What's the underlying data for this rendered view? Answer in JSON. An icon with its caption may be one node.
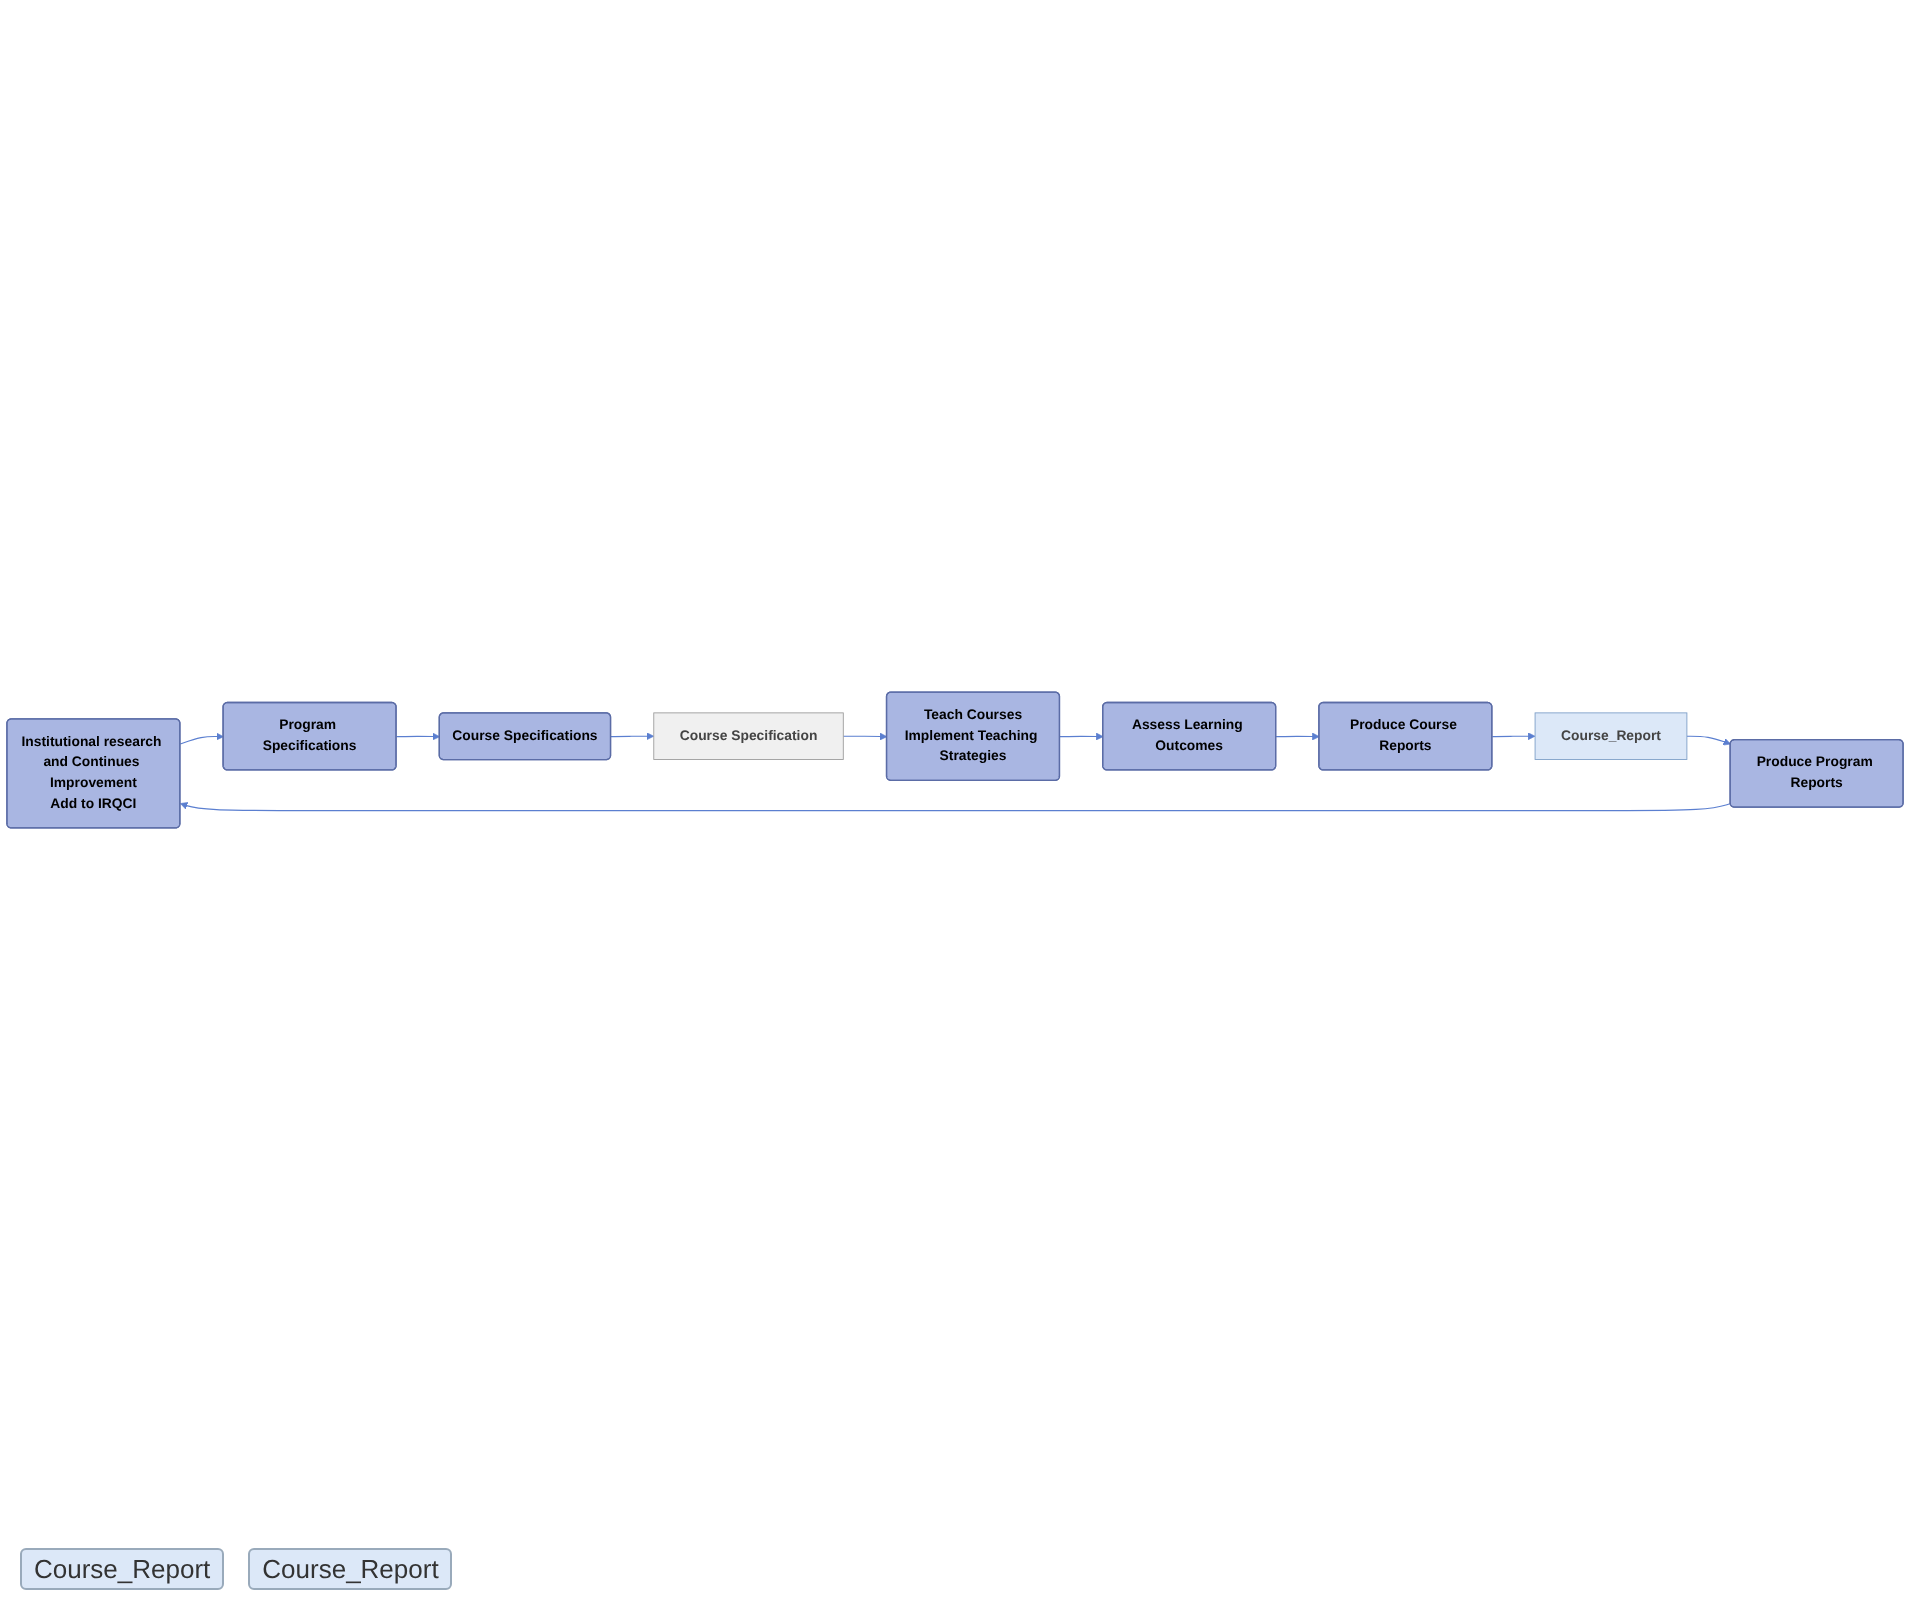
{
  "diagram": {
    "nodes": [
      {
        "text": [
          "Institutional research and Continues Improvement",
          "Add to IRQCI"
        ]
      },
      {
        "text": [
          "Program Specifications"
        ]
      },
      {
        "text": [
          "Course Specifications"
        ]
      },
      {
        "text": [
          "Course Specification"
        ]
      },
      {
        "text": [
          "Teach Courses",
          "Implement Teaching Strategies"
        ]
      },
      {
        "text": [
          "Assess Learning Outcomes"
        ]
      },
      {
        "text": [
          "Produce Course Reports"
        ]
      },
      {
        "text": [
          "Course_Report"
        ]
      },
      {
        "text": [
          "Produce Program Reports"
        ]
      }
    ],
    "edges": [
      {
        "from": 0,
        "to": 1,
        "arrow": "to"
      },
      {
        "from": 1,
        "to": 2,
        "arrow": "to"
      },
      {
        "from": 2,
        "to": 3,
        "arrow": "to"
      },
      {
        "from": 3,
        "to": 4,
        "arrow": "to"
      },
      {
        "from": 4,
        "to": 5,
        "arrow": "to"
      },
      {
        "from": 5,
        "to": 6,
        "arrow": "to"
      },
      {
        "from": 6,
        "to": 7,
        "arrow": "to"
      },
      {
        "from": 7,
        "to": 8,
        "arrow": "to"
      },
      {
        "from": 8,
        "to": 0,
        "arrow": "to"
      }
    ],
    "labels": [
      "Course_Report",
      "Course_Report"
    ]
  }
}
